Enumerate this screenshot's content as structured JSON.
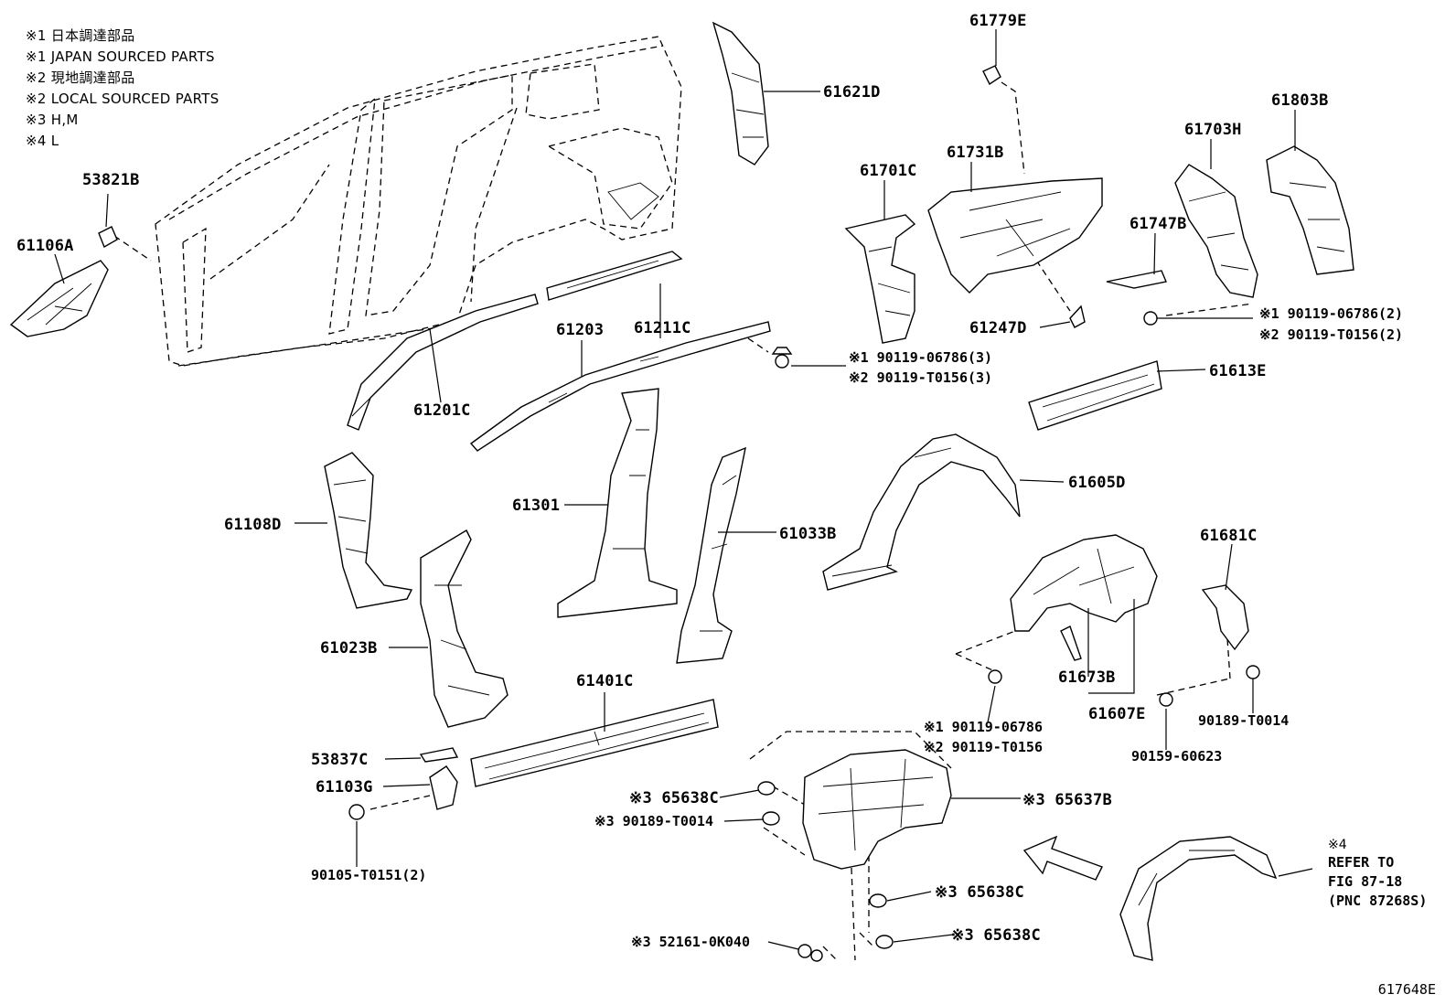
{
  "legend": [
    "※1 日本調達部品",
    "※1 JAPAN SOURCED PARTS",
    "※2 現地調達部品",
    "※2 LOCAL SOURCED PARTS",
    "※3 H,M",
    "※4 L"
  ],
  "figure_id": "617648E",
  "parts": {
    "p53821B": "53821B",
    "p61106A": "61106A",
    "p61621D": "61621D",
    "p61779E": "61779E",
    "p61803B": "61803B",
    "p61703H": "61703H",
    "p61731B": "61731B",
    "p61701C": "61701C",
    "p61747B": "61747B",
    "p61247D": "61247D",
    "p61211C": "61211C",
    "p61203": "61203",
    "p61201C": "61201C",
    "p61613E": "61613E",
    "p61605D": "61605D",
    "p61108D": "61108D",
    "p61301": "61301",
    "p61033B": "61033B",
    "p61023B": "61023B",
    "p61681C": "61681C",
    "p61673B": "61673B",
    "p61607E": "61607E",
    "p61401C": "61401C",
    "p53837C": "53837C",
    "p61103G": "61103G",
    "p90105": "90105-T0151(2)",
    "p65638C_a": "※3 65638C",
    "p90189_a": "※3 90189-T0014",
    "p65637B": "※3 65637B",
    "p65638C_b": "※3 65638C",
    "p65638C_c": "※3 65638C",
    "p52161": "※3 52161-0K040",
    "p90189_b": "90189-T0014",
    "p90159": "90159-60623",
    "bolt_a_1": "※1 90119-06786(3)",
    "bolt_a_2": "※2 90119-T0156(3)",
    "bolt_b_1": "※1 90119-06786(2)",
    "bolt_b_2": "※2 90119-T0156(2)",
    "bolt_c_1": "※1 90119-06786",
    "bolt_c_2": "※2 90119-T0156"
  },
  "refer": {
    "mark": "※4",
    "line1": "REFER TO",
    "line2": "FIG 87-18",
    "line3": "(PNC 87268S)"
  }
}
